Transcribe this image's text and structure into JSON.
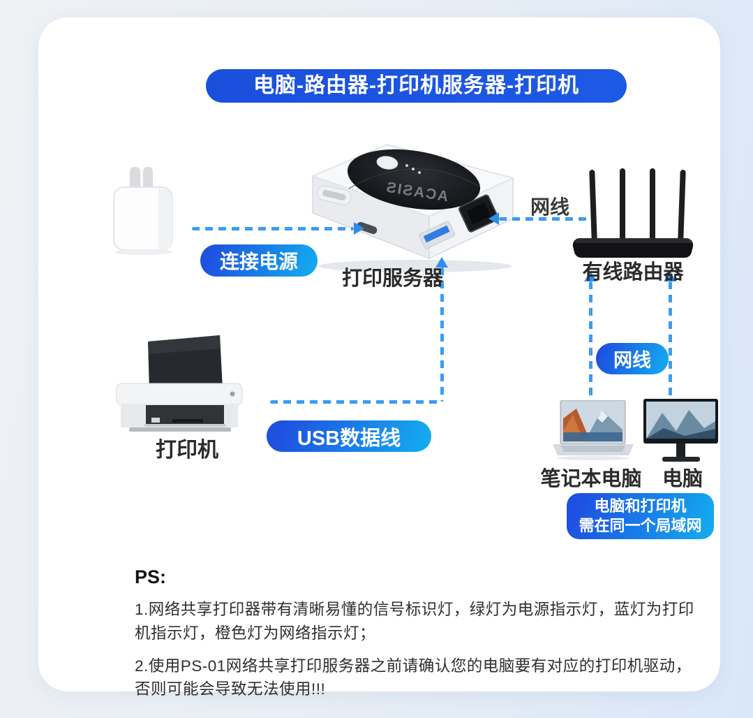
{
  "title": {
    "text": "电脑-路由器-打印机服务器-打印机"
  },
  "pills": {
    "connect_power": "连接电源",
    "usb_cable": "USB数据线",
    "lan_cable": "网线",
    "same_lan_line1": "电脑和打印机",
    "same_lan_line2": "需在同一个局域网"
  },
  "labels": {
    "print_server": "打印服务器",
    "router": "有线路由器",
    "printer": "打印机",
    "laptop": "笔记本电脑",
    "desktop": "电脑",
    "cable_router": "网线"
  },
  "device": {
    "logo": "ACASIS"
  },
  "notes": {
    "heading": "PS:",
    "items": [
      "1.网络共享打印器带有清晰易懂的信号标识灯，绿灯为电源指示灯，蓝灯为打印机指示灯，橙色灯为网络指示灯；",
      "2.使用PS-01网络共享打印服务器之前请确认您的电脑要有对应的打印机驱动，否则可能会导致无法使用!!!"
    ]
  },
  "illustrations": [
    "power-adapter",
    "print-server",
    "wireless-router",
    "inkjet-printer",
    "laptop",
    "desktop-monitor"
  ],
  "colors": {
    "banner_blue": "#1b53df",
    "pill_gradient_start": "#1e51e0",
    "pill_gradient_end": "#14a9f0",
    "dash_blue": "#3b9cf2",
    "arrow_blue": "#2e8ee9",
    "label_dark": "#2b2b2b",
    "card_bg": "#ffffff",
    "page_bg_left": "#eef1f4",
    "page_bg_right": "#d9e7fa"
  }
}
